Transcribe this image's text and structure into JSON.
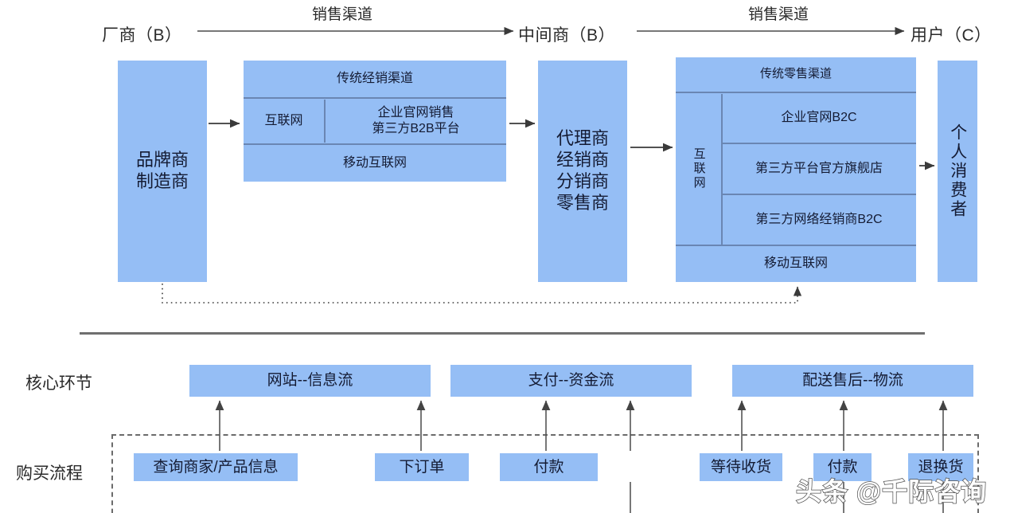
{
  "diagram": {
    "title_hidden": "",
    "colors": {
      "block_fill": "#95bef5",
      "block_divider": "#6a86b3",
      "arrow": "#3a3a3a",
      "dashed_border": "#6b6b6b",
      "rule": "#6f6f6f",
      "text": "#141b33"
    }
  },
  "tiers": [
    {
      "label": "厂商（B）"
    },
    {
      "label": "中间商（B）"
    },
    {
      "label": "用户（C）"
    }
  ],
  "channel_arrows": [
    {
      "label": "销售渠道"
    },
    {
      "label": "销售渠道"
    }
  ],
  "upper": {
    "manufacturer": {
      "label": "品牌商\n制造商",
      "line1": "品牌商",
      "line2": "制造商"
    },
    "distribution_group": {
      "header": "传统经销渠道",
      "footer": "移动互联网",
      "internet_label": "互联网",
      "channels": [
        "企业官网销售",
        "第三方B2B平台"
      ]
    },
    "middleman": {
      "lines": [
        "代理商",
        "经销商",
        "分销商",
        "零售商"
      ]
    },
    "retail_group": {
      "header": "传统零售渠道",
      "footer": "移动互联网",
      "internet_label": "互联网",
      "channels": [
        "企业官网B2C",
        "第三方平台官方旗舰店",
        "第三方网络经销商B2C"
      ]
    },
    "consumer": {
      "label": "个人消费者"
    }
  },
  "lower": {
    "row_labels": {
      "core": "核心环节",
      "flow": "购买流程"
    },
    "core_stages": [
      {
        "label": "网站--信息流"
      },
      {
        "label": "支付--资金流"
      },
      {
        "label": "配送售后--物流"
      }
    ],
    "flow_steps": [
      {
        "label": "查询商家/产品信息"
      },
      {
        "label": "下订单"
      },
      {
        "label": "付款"
      },
      {
        "label": "等待收货"
      },
      {
        "label": "付款"
      },
      {
        "label": "退换货"
      }
    ]
  },
  "watermark": {
    "text": "头条 @千际咨询"
  }
}
